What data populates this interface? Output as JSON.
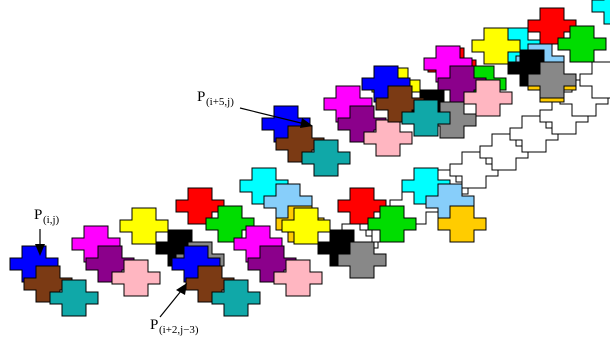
{
  "colors": {
    "blue": "#0000ff",
    "brown": "#7b3a14",
    "teal": "#10a8a8",
    "magenta": "#ff00ff",
    "purple": "#8b008b",
    "pink": "#ffb6c1",
    "yellow": "#ffff00",
    "black": "#000000",
    "gray": "#888888",
    "red": "#ff0000",
    "green": "#00dd00",
    "cyan": "#00ffff",
    "lightblue": "#87cefa",
    "gold": "#ffcc00"
  },
  "labels": {
    "p_ij": {
      "main": "P",
      "sub": "(i,j)"
    },
    "p_i5j": {
      "main": "P",
      "sub": "(i+5,j)"
    },
    "p_i2j3": {
      "main": "P",
      "sub": "(i+2,j−3)"
    }
  },
  "pieces_note": ""
}
